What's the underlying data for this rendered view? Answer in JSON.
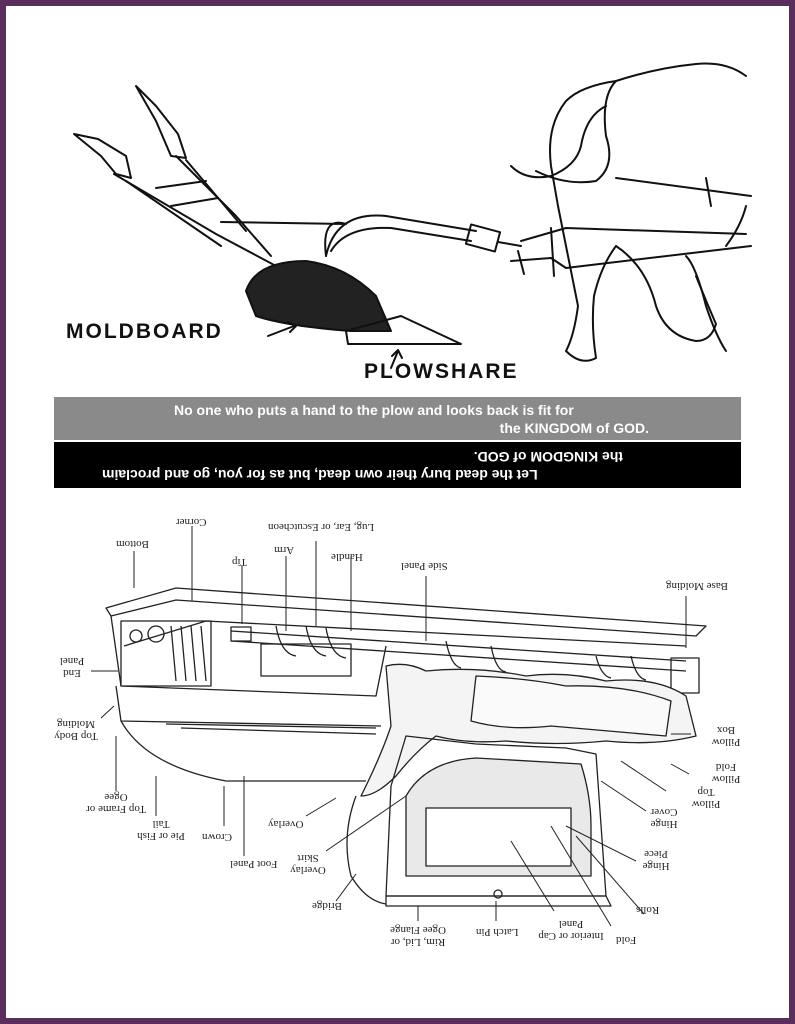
{
  "plow": {
    "moldboard_label": "MOLDBOARD",
    "plowshare_label": "PLOWSHARE"
  },
  "verses": {
    "plow_verse_line1": "No one who puts a hand to the plow and looks back is fit for",
    "plow_verse_line2": "the KINGDOM of GOD.",
    "dead_verse_line1": "Let the dead bury their own dead, but as for you, go and proclaim",
    "dead_verse_line2": "the KINGDOM of GOD."
  },
  "casket_parts": {
    "bottom": "Bottom",
    "corner": "Corner",
    "tip": "Tip",
    "arm": "Arm",
    "lug": "Lug, Ear, or Escutcheon",
    "handle": "Handle",
    "side_panel": "Side Panel",
    "base_molding": "Base Molding",
    "end_panel": "End Panel",
    "top_body_molding": "Top Body Molding",
    "top_frame": "Top Frame or Ogee",
    "pie": "Pie or Fish Tail",
    "crown": "Crown",
    "foot_panel": "Foot Panel",
    "overlay": "Overlay",
    "overlay_skirt": "Overlay Skirt",
    "bridge": "Bridge",
    "rim": "Rim, Lid, or Ogee Flange",
    "latch_pin": "Latch Pin",
    "interior": "Interior or Cap Panel",
    "fold": "Fold",
    "rolls": "Rolls",
    "hinge_piece": "Hinge Piece",
    "hinge_cover": "Hinge Cover",
    "pillow_top": "Pillow Top",
    "pillow_fold": "Pillow Fold",
    "pillow_box": "Pillow Box"
  },
  "colors": {
    "frame": "#5a2d5c",
    "gray_banner": "#8a8a8a",
    "black_banner": "#000000"
  }
}
